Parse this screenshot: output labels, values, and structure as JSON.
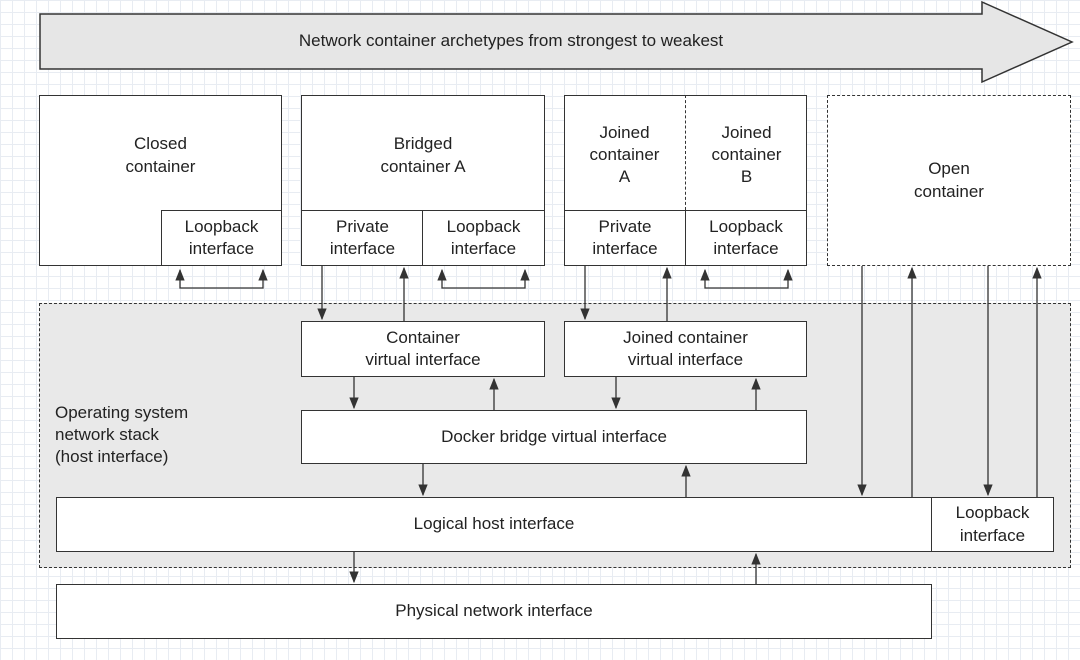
{
  "banner": {
    "label": "Network container archetypes from strongest to weakest"
  },
  "closed": {
    "title": "Closed\ncontainer",
    "loopback": "Loopback\ninterface"
  },
  "bridged": {
    "title": "Bridged\ncontainer A",
    "private": "Private\ninterface",
    "loopback": "Loopback\ninterface"
  },
  "joined": {
    "a_title": "Joined\ncontainer\nA",
    "b_title": "Joined\ncontainer\nB",
    "private": "Private\ninterface",
    "loopback": "Loopback\ninterface"
  },
  "open": {
    "title": "Open\ncontainer"
  },
  "os": {
    "label": "Operating system\nnetwork stack\n(host interface)"
  },
  "virtual": {
    "container": "Container\nvirtual interface",
    "joined": "Joined container\nvirtual interface"
  },
  "bridge": {
    "label": "Docker bridge virtual interface"
  },
  "host": {
    "logical": "Logical host interface",
    "loopback": "Loopback\ninterface"
  },
  "physical": {
    "label": "Physical network interface"
  },
  "colors": {
    "border": "#333333",
    "os_fill": "#e9e9e9",
    "banner_fill": "#e6e6e6"
  }
}
